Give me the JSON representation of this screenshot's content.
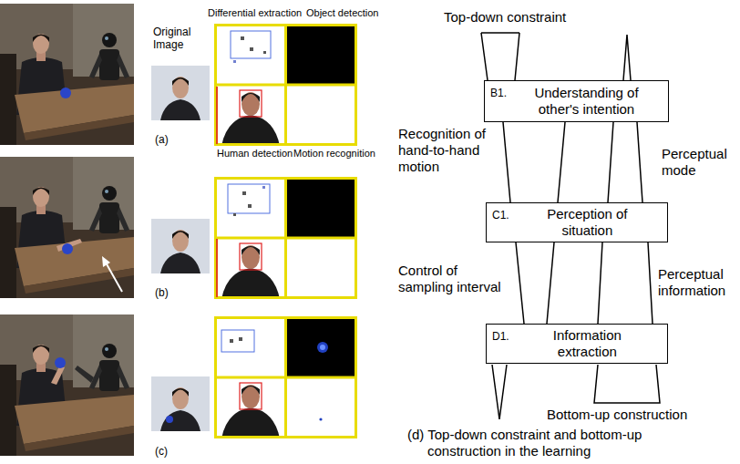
{
  "diagram": {
    "nodes": [
      {
        "text": [
          "B1.",
          "Understanding of other's intention"
        ]
      },
      {
        "text": [
          "C1.",
          "Perception of situation"
        ]
      },
      {
        "text": [
          "D1.",
          "Information extraction"
        ]
      }
    ],
    "edges": [
      {
        "from": 0,
        "to": 1,
        "arrow": "none",
        "label": "Recognition of hand-to-hand motion"
      },
      {
        "from": 1,
        "to": 0,
        "arrow": "none",
        "label": "Perceptual mode"
      },
      {
        "from": 1,
        "to": 2,
        "arrow": "none",
        "label": "Control of sampling interval"
      },
      {
        "from": 2,
        "to": 1,
        "arrow": "none",
        "label": "Perceptual information"
      }
    ],
    "labels": [
      "Differential extraction",
      "Object detection",
      "Original Image",
      "Human detection",
      "Motion recognition",
      "(a)",
      "(b)",
      "(c)",
      "Top-down constraint",
      "Bottom-up construction",
      "(d) Top-down constraint and bottom-up construction in the learning"
    ]
  }
}
